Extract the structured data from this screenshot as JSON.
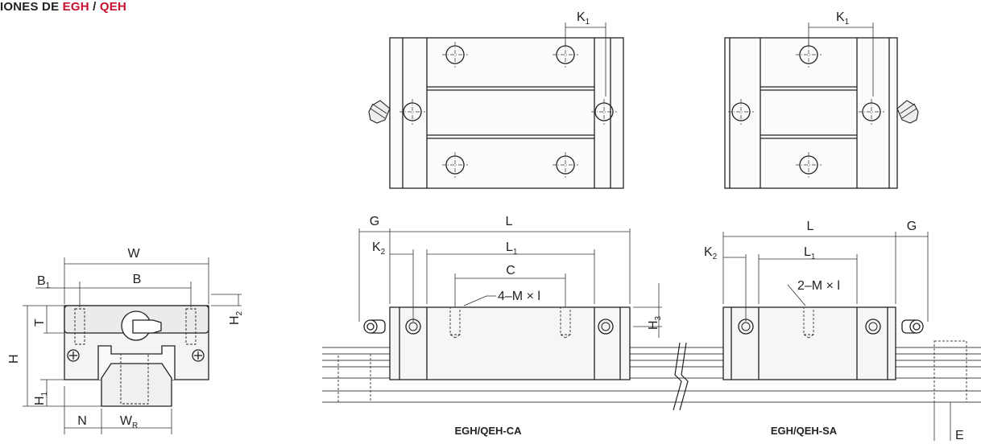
{
  "header": {
    "prefix": "IONES DE ",
    "model_a": "EGH",
    "separator": " / ",
    "model_b": "QEH",
    "accent_color": "#c8102e"
  },
  "labels": {
    "W": "W",
    "B": "B",
    "B1": "B",
    "B1_sub": "1",
    "H": "H",
    "H1": "H",
    "H1_sub": "1",
    "H2": "H",
    "H2_sub": "2",
    "T": "T",
    "N": "N",
    "WR": "W",
    "WR_sub": "R",
    "K1": "K",
    "K1_sub": "1",
    "G": "G",
    "L": "L",
    "K2": "K",
    "K2_sub": "2",
    "L1": "L",
    "L1_sub": "1",
    "C": "C",
    "H3": "H",
    "H3_sub": "3",
    "E": "E",
    "holes_ca": "4–M × l",
    "holes_sa": "2–M × l"
  },
  "captions": {
    "ca": "EGH/QEH-CA",
    "sa": "EGH/QEH-SA"
  }
}
